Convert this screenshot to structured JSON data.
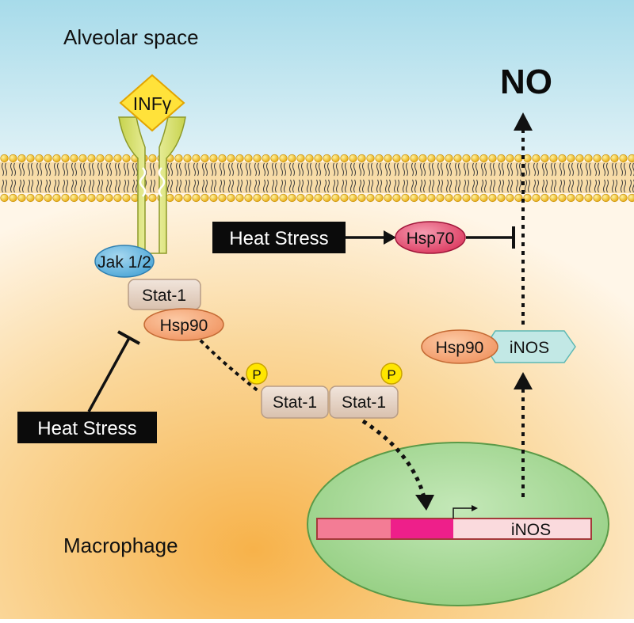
{
  "compartments": {
    "outside": "Alveolar space",
    "inside": "Macrophage"
  },
  "output": "NO",
  "ligand": "INFγ",
  "proteins": {
    "jak": "Jak 1/2",
    "stat_receptor": "Stat-1",
    "hsp90_receptor": "Hsp90",
    "stat_dimer_left": "Stat-1",
    "stat_dimer_right": "Stat-1",
    "phospho_left": "P",
    "phospho_right": "P",
    "hsp70": "Hsp70",
    "hsp90_complex": "Hsp90",
    "inos_complex": "iNOS"
  },
  "stress_labels": {
    "top": "Heat Stress",
    "bottom": "Heat Stress"
  },
  "gene_label": "iNOS",
  "colors": {
    "outside_bg": "#9fd6e8",
    "inside_bg": "#f7c46a",
    "receptor": "#d9e27a",
    "ligand": "#ffe23a",
    "jak": "#5fb1dc",
    "stat": "#e3cfbf",
    "hsp90": "#f2a06e",
    "hsp70": "#e8476b",
    "inos": "#bfe6e4",
    "phospho": "#ffe600",
    "nucleus": "#9fd48c",
    "gene_promoter": "#f05d8e",
    "gene_exon": "#ee1f8a"
  }
}
